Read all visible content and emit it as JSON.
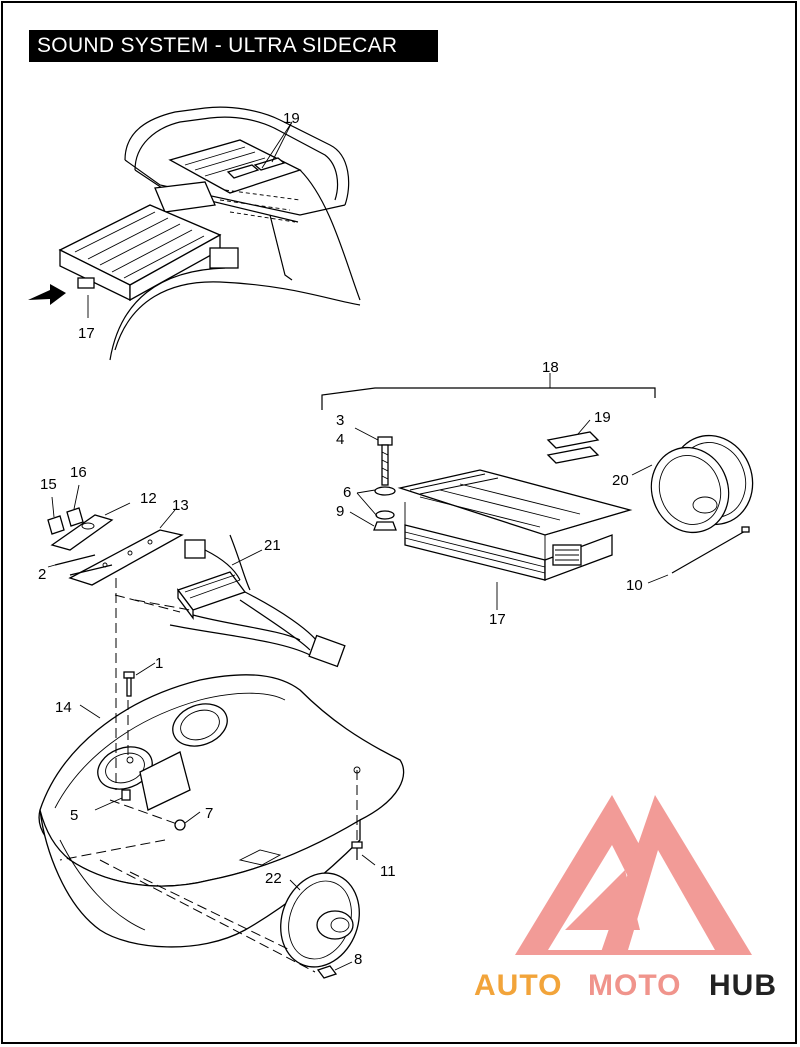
{
  "title": "SOUND SYSTEM - ULTRA SIDECAR",
  "callouts": {
    "c1": "1",
    "c2": "2",
    "c3": "3",
    "c4": "4",
    "c5": "5",
    "c6": "6",
    "c7": "7",
    "c8": "8",
    "c9": "9",
    "c10": "10",
    "c11": "11",
    "c12": "12",
    "c13": "13",
    "c14": "14",
    "c15": "15",
    "c16": "16",
    "c17a": "17",
    "c17b": "17",
    "c18": "18",
    "c19a": "19",
    "c19b": "19",
    "c20": "20",
    "c21": "21",
    "c22": "22"
  },
  "watermark": {
    "part1": "AUTO",
    "part2": "MOTO",
    "part3": "HUB",
    "colors": {
      "auto": "#f2a43a",
      "moto": "#f0948c",
      "hub": "#222222",
      "logo": "#f08a85"
    }
  }
}
